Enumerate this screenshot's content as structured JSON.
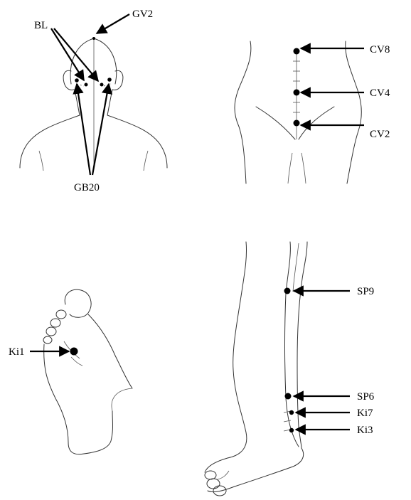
{
  "labels": {
    "gv2": "GV2",
    "bl": "BL",
    "gb20": "GB20",
    "cv8": "CV8",
    "cv4": "CV4",
    "cv2": "CV2",
    "ki1": "Ki1",
    "sp9": "SP9",
    "sp6": "SP6",
    "ki7": "Ki7",
    "ki3": "Ki3"
  },
  "colors": {
    "ink": "#000000",
    "outline": "#333333",
    "background": "#ffffff"
  }
}
